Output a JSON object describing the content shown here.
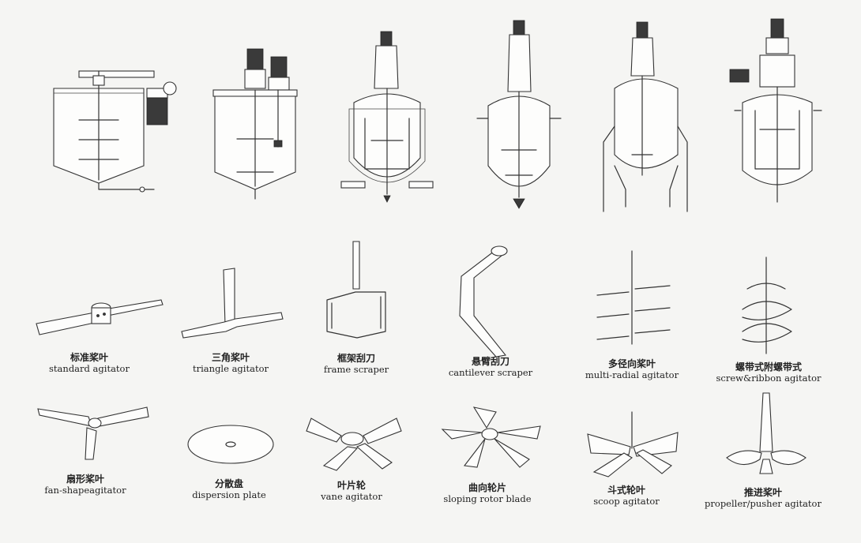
{
  "agitators_row1": [
    {
      "zh": "标准桨叶",
      "en": "standard agitator"
    },
    {
      "zh": "三角桨叶",
      "en": "triangle agitator"
    },
    {
      "zh": "框架刮刀",
      "en": "frame scraper"
    },
    {
      "zh": "悬臂刮刀",
      "en": "cantilever scraper"
    },
    {
      "zh": "多径向桨叶",
      "en": "multi-radial agitator"
    },
    {
      "zh": "螺带式附螺带式",
      "en": "screw&ribbon agitator"
    }
  ],
  "agitators_row2": [
    {
      "zh": "扇形桨叶",
      "en": "fan-shapeagitator"
    },
    {
      "zh": "分散盘",
      "en": "dispersion plate"
    },
    {
      "zh": "叶片轮",
      "en": "vane agitator"
    },
    {
      "zh": "曲向轮片",
      "en": "sloping rotor blade"
    },
    {
      "zh": "斗式轮叶",
      "en": "scoop agitator"
    },
    {
      "zh": "推进桨叶",
      "en": "propeller/pusher agitator"
    }
  ]
}
